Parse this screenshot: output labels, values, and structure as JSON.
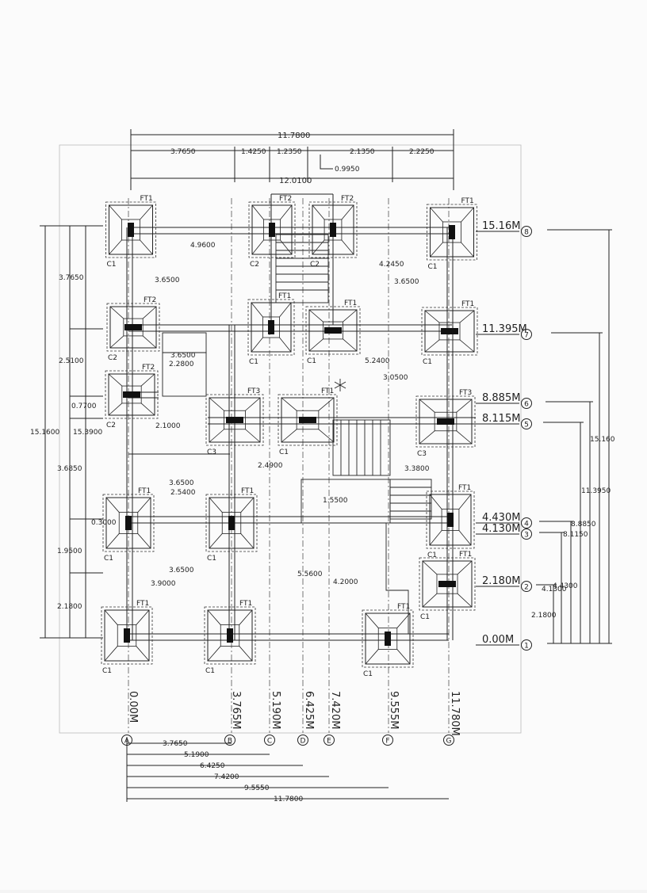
{
  "drawing": {
    "overall_width_label": "11.7800",
    "overall_width_label_2": "12.0100",
    "small_note": "0.9950",
    "top_dims": [
      "3.7650",
      "1.4250",
      "1.2350",
      "2.1350",
      "2.2250"
    ],
    "left_outer_dim": "15.1600",
    "left_inner_dim": "15.3900",
    "left_dims": [
      "3.7650",
      "2.5100",
      "0.7700",
      "3.6850",
      "1.9500",
      "2.1800"
    ],
    "right_dims": [
      "15.160",
      "11.3950",
      "8.8850",
      "8.1150",
      "4.4300",
      "4.1300",
      "2.1800"
    ],
    "inner_dims": [
      "4.9600",
      "4.2450",
      "3.6500",
      "3.6500",
      "3.6500",
      "2.2800",
      "2.1000",
      "5.2400",
      "3.0500",
      "2.4900",
      "3.3800",
      "3.6500",
      "2.5400",
      "1.5500",
      "0.3000",
      "3.6500",
      "3.9000",
      "5.5600",
      "4.2000"
    ],
    "bottom_dims": [
      "3.7650",
      "5.1900",
      "6.4250",
      "7.4200",
      "9.5550",
      "11.7800"
    ]
  },
  "footings": [
    {
      "tag": "FT1",
      "col": "C1"
    },
    {
      "tag": "FT2",
      "col": "C2"
    },
    {
      "tag": "FT2",
      "col": "C2"
    },
    {
      "tag": "FT1",
      "col": "C1"
    },
    {
      "tag": "FT2",
      "col": "C2"
    },
    {
      "tag": "FT1",
      "col": "C1"
    },
    {
      "tag": "FT1",
      "col": "C1"
    },
    {
      "tag": "FT1",
      "col": "C1"
    },
    {
      "tag": "FT2",
      "col": "C2"
    },
    {
      "tag": "FT3",
      "col": "C3"
    },
    {
      "tag": "FT1",
      "col": "C1"
    },
    {
      "tag": "FT3",
      "col": "C3"
    },
    {
      "tag": "FT1",
      "col": "C1"
    },
    {
      "tag": "FT1",
      "col": "C1"
    },
    {
      "tag": "FT1",
      "col": "C1"
    },
    {
      "tag": "FT1",
      "col": "C1"
    },
    {
      "tag": "FT1",
      "col": "C1"
    },
    {
      "tag": "FT1",
      "col": "C1"
    },
    {
      "tag": "FT1",
      "col": "C1"
    }
  ],
  "levels": [
    {
      "label": "15.16M",
      "grid": "8"
    },
    {
      "label": "11.395M",
      "grid": "7"
    },
    {
      "label": "8.885M",
      "grid": "6"
    },
    {
      "label": "8.115M",
      "grid": "5"
    },
    {
      "label": "4.430M",
      "grid": "4"
    },
    {
      "label": "4.130M",
      "grid": "3"
    },
    {
      "label": "2.180M",
      "grid": "2"
    },
    {
      "label": "0.00M",
      "grid": "1"
    }
  ],
  "columns": [
    {
      "label": "0.00M",
      "grid": "A"
    },
    {
      "label": "3.765M",
      "grid": "B"
    },
    {
      "label": "5.190M",
      "grid": "C"
    },
    {
      "label": "6.425M",
      "grid": "D"
    },
    {
      "label": "7.420M",
      "grid": "E"
    },
    {
      "label": "9.555M",
      "grid": "F"
    },
    {
      "label": "11.780M",
      "grid": "G"
    }
  ],
  "colors": {
    "ink": "#1e1e1e",
    "paper": "#fbfbfb"
  }
}
